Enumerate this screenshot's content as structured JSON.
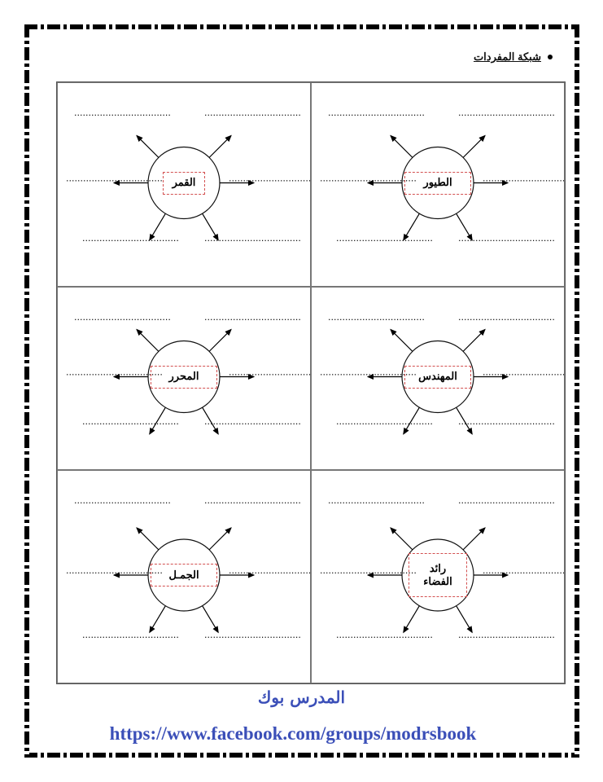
{
  "heading": {
    "title": "شبكة المفردات"
  },
  "cells": [
    {
      "word_lines": [
        "القمر"
      ]
    },
    {
      "word_lines": [
        "الطيور"
      ]
    },
    {
      "word_lines": [
        "المحرر"
      ]
    },
    {
      "word_lines": [
        "المهندس"
      ]
    },
    {
      "word_lines": [
        "الجمـل"
      ]
    },
    {
      "word_lines": [
        "رائد",
        "الفضاء"
      ]
    }
  ],
  "blank_line": "..................................",
  "footer": {
    "brand": "المدرس بوك",
    "url": "https://www.facebook.com/groups/modrsbook"
  }
}
